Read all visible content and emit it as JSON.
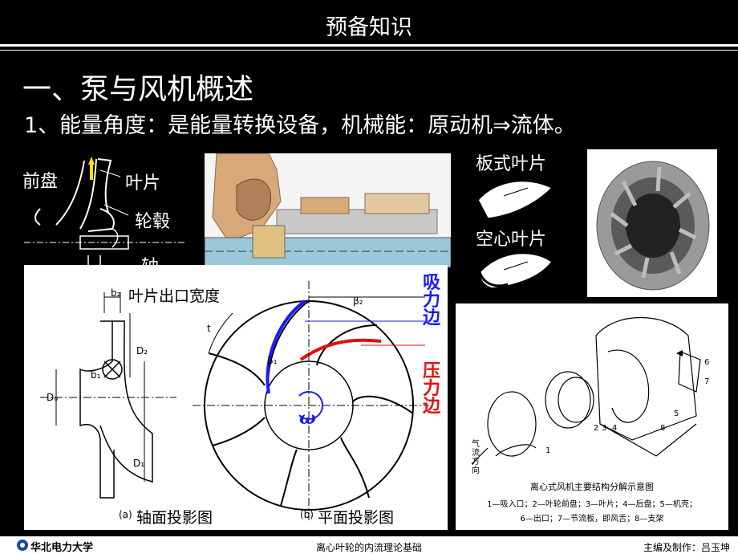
{
  "slide": {
    "title": "预备知识",
    "heading": "一、泵与风机概述",
    "subheading": "1、能量角度：是能量转换设备，机械能：原动机⇒流体。"
  },
  "left_sketch": {
    "label_front_plate": "前盘",
    "label_blade": "叶片",
    "label_hub": "轮毂",
    "label_shaft": "轴"
  },
  "blade_types": {
    "plate_blade": "板式叶片",
    "hollow_blade": "空心叶片"
  },
  "impeller_diagram": {
    "b2_label": "b₂",
    "b2_text": "叶片出口宽度",
    "b1_label": "b₁",
    "d0_label": "D₀",
    "d1_label": "D₁",
    "d2_label": "D₂",
    "beta1_label": "β₁",
    "beta2_label": "β₂",
    "t_label": "t",
    "omega_label": "ω",
    "suction_side": "吸力边",
    "pressure_side": "压力边",
    "caption_a_prefix": "(a)",
    "caption_a": "轴面投影图",
    "caption_b_prefix": "(b)",
    "caption_b": "平面投影图"
  },
  "fan_diagram": {
    "caption_title": "离心式风机主要结构分解示意图",
    "caption_line1": "1—吸入口；2—叶轮前盘；3—叶片；4—后盘；5—机壳；",
    "caption_line2": "6—出口；7—节流板，即风舌；8—支架",
    "airflow_label": "气流方向",
    "num1": "1",
    "num2": "2",
    "num3": "3",
    "num4": "4",
    "num5": "5",
    "num6": "6",
    "num7": "7",
    "num8": "8"
  },
  "footer": {
    "logo_text": "华北电力大学",
    "center_text": "离心叶轮的内流理论基础",
    "right_text": "主编及制作：吕玉坤"
  },
  "colors": {
    "background": "#000000",
    "suction_blue": "#1a1aff",
    "pressure_red": "#e01010",
    "arrow_yellow": "#ffe000"
  }
}
